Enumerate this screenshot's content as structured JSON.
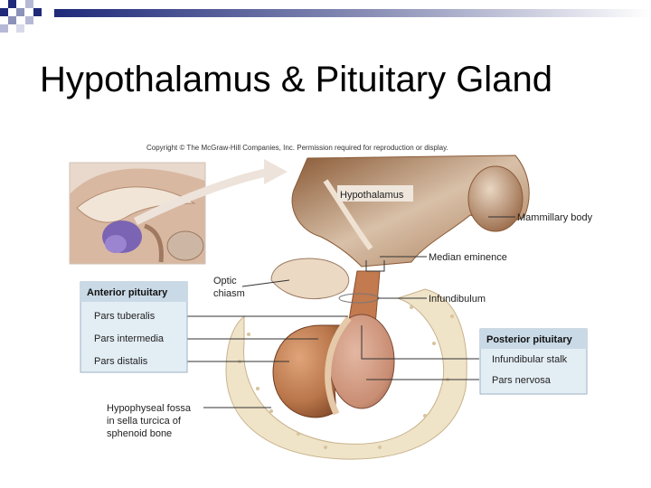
{
  "slide": {
    "title": "Hypothalamus & Pituitary Gland"
  },
  "figure": {
    "copyright": "Copyright © The McGraw-Hill Companies, Inc. Permission required for reproduction or display.",
    "labels": {
      "hypothalamus": "Hypothalamus",
      "mammillary_body": "Mammillary body",
      "median_eminence": "Median eminence",
      "optic_chiasm_line1": "Optic",
      "optic_chiasm_line2": "chiasm",
      "infundibulum": "Infundibulum",
      "fossa_line1": "Hypophyseal fossa",
      "fossa_line2": "in sella turcica of",
      "fossa_line3": "sphenoid bone"
    },
    "anterior_box": {
      "header": "Anterior pituitary",
      "items": [
        "Pars tuberalis",
        "Pars intermedia",
        "Pars distalis"
      ]
    },
    "posterior_box": {
      "header": "Posterior pituitary",
      "items": [
        "Infundibular stalk",
        "Pars nervosa"
      ]
    },
    "colors": {
      "box_header_bg": "#c9d9e6",
      "box_body_bg": "#e3edf4",
      "anterior_lobe": "#b9764a",
      "posterior_lobe": "#c98e74",
      "brain_tissue": "#d8c0a8",
      "bone": "#efe3c8",
      "deco_blue": "#1f2a7a"
    }
  }
}
